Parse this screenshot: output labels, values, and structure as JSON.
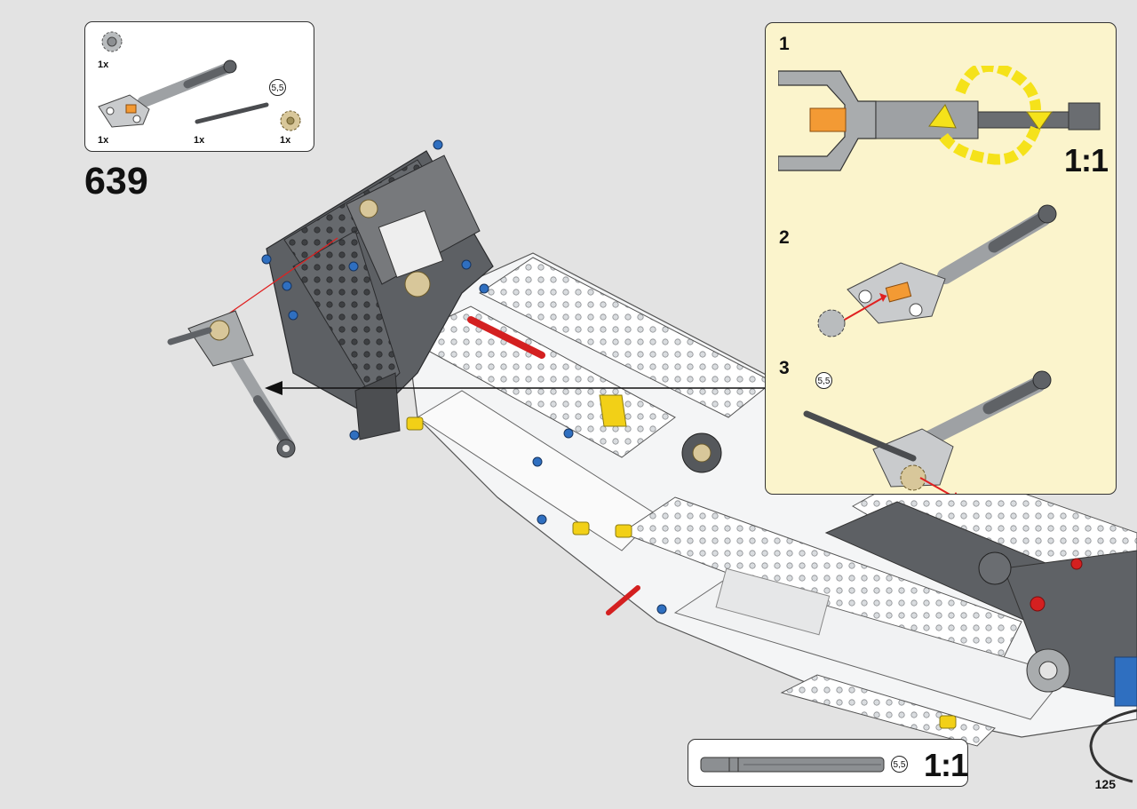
{
  "parts_list": {
    "items": [
      {
        "name": "gear-12-tooth-light-gray",
        "quantity": "1x"
      },
      {
        "name": "shock-absorber-arm",
        "quantity": "1x"
      },
      {
        "name": "axle-dark-gray",
        "quantity": "1x",
        "length_label": "5,5"
      },
      {
        "name": "gear-12-tooth-tan",
        "quantity": "1x"
      }
    ]
  },
  "step": {
    "number": "639"
  },
  "callout": {
    "substeps": [
      {
        "number": "1",
        "scale_label": "1:1"
      },
      {
        "number": "2"
      },
      {
        "number": "3",
        "axle_length_label": "5,5"
      }
    ]
  },
  "ruler": {
    "length_label": "5,5",
    "scale_label": "1:1"
  },
  "page": {
    "number": "125"
  },
  "colors": {
    "background": "#e3e3e3",
    "callout_background": "#fbf4cc",
    "rotation_arrow": "#f5e21a",
    "pointer_line": "#e02020",
    "part_dark_gray": "#5f6266",
    "part_light_gray": "#a9acae",
    "part_orange": "#f39a34",
    "part_blue": "#2f6fc0",
    "part_yellow": "#f2d017"
  }
}
